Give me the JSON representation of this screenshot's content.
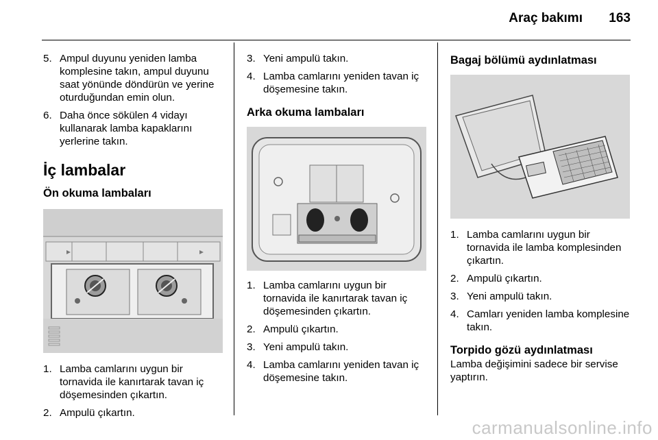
{
  "header": {
    "title": "Araç bakımı",
    "page_number": "163"
  },
  "col1": {
    "steps_top": [
      {
        "num": "5.",
        "text": "Ampul duyunu yeniden lamba komplesine takın, ampul duyunu saat yönünde döndürün ve yerine oturduğundan emin olun."
      },
      {
        "num": "6.",
        "text": "Daha önce sökülen 4 vidayı kullanarak lamba kapaklarını yerlerine takın."
      }
    ],
    "section_title": "İç lambalar",
    "sub_title": "Ön okuma lambaları",
    "steps_bottom": [
      {
        "num": "1.",
        "text": "Lamba camlarını uygun bir tornavida ile kanırtarak tavan iç döşemesinden çıkartın."
      },
      {
        "num": "2.",
        "text": "Ampulü çıkartın."
      }
    ]
  },
  "col2": {
    "steps_top": [
      {
        "num": "3.",
        "text": "Yeni ampulü takın."
      },
      {
        "num": "4.",
        "text": "Lamba camlarını yeniden tavan iç döşemesine takın."
      }
    ],
    "sub_title": "Arka okuma lambaları",
    "steps_bottom": [
      {
        "num": "1.",
        "text": "Lamba camlarını uygun bir tornavida ile kanırtarak tavan iç döşemesinden çıkartın."
      },
      {
        "num": "2.",
        "text": "Ampulü çıkartın."
      },
      {
        "num": "3.",
        "text": "Yeni ampulü takın."
      },
      {
        "num": "4.",
        "text": "Lamba camlarını yeniden tavan iç döşemesine takın."
      }
    ]
  },
  "col3": {
    "sub_title": "Bagaj bölümü aydınlatması",
    "steps": [
      {
        "num": "1.",
        "text": "Lamba camlarını uygun bir tornavida ile lamba komplesinden çıkartın."
      },
      {
        "num": "2.",
        "text": "Ampulü çıkartın."
      },
      {
        "num": "3.",
        "text": "Yeni ampulü takın."
      },
      {
        "num": "4.",
        "text": "Camları yeniden lamba komplesine takın."
      }
    ],
    "glovebox_title": "Torpido gözü aydınlatması",
    "glovebox_text": "Lamba değişimini sadece bir servise yaptırın."
  },
  "watermark": "carmanualsonline.info"
}
